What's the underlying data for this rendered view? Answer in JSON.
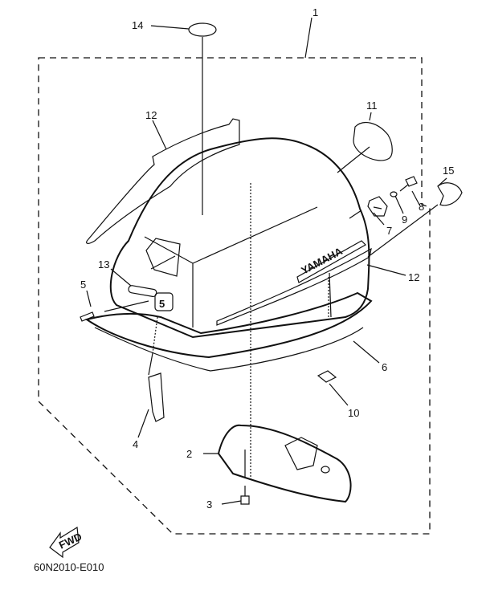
{
  "diagram": {
    "callouts": {
      "c1": "1",
      "c2": "2",
      "c3": "3",
      "c4": "4",
      "c5": "5",
      "c6": "6",
      "c7": "7",
      "c8": "8",
      "c9": "9",
      "c10": "10",
      "c11": "11",
      "c12a": "12",
      "c12b": "12",
      "c13": "13",
      "c14": "14",
      "c15": "15"
    },
    "decal_text": "YAMAHA",
    "decal_number": "5",
    "fwd_label": "FWD",
    "drawing_code": "60N2010-E010"
  }
}
